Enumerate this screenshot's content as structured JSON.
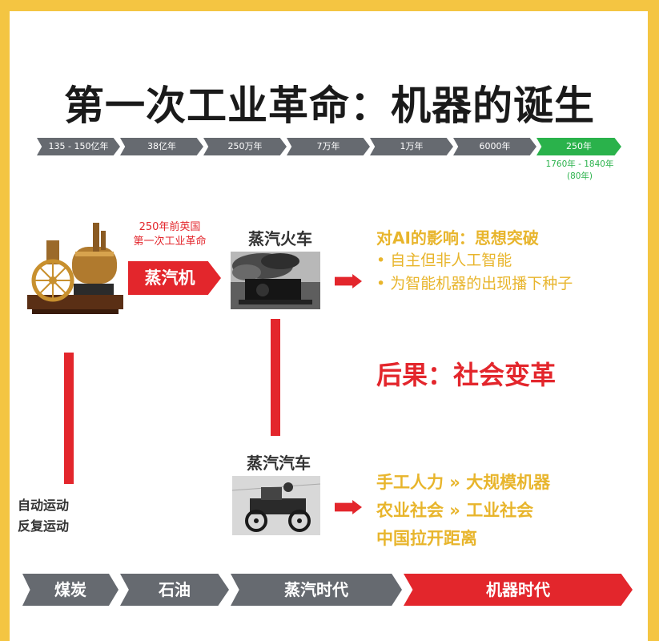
{
  "title": "第一次工业革命：机器的诞生",
  "timeline": {
    "segments": [
      "135 - 150亿年",
      "38亿年",
      "250万年",
      "7万年",
      "1万年",
      "6000年",
      "250年"
    ],
    "note_line1": "1760年 - 1840年",
    "note_line2": "(80年)"
  },
  "steam_engine": {
    "caption_line1": "250年前英国",
    "caption_line2": "第一次工业革命",
    "label": "蒸汽机"
  },
  "train": {
    "label": "蒸汽火车"
  },
  "car": {
    "label": "蒸汽汽车"
  },
  "ai_impact": {
    "heading": "对AI的影响：思想突破",
    "bullets": [
      "• 自主但非人工智能",
      "• 为智能机器的出现播下种子"
    ]
  },
  "consequence": "后果：社会变革",
  "changes": [
    "手工人力 » 大规模机器",
    "农业社会 » 工业社会",
    "中国拉开距离"
  ],
  "motion": {
    "line1": "自动运动",
    "line2": "反复运动"
  },
  "eras": [
    "煤炭",
    "石油",
    "蒸汽时代",
    "机器时代"
  ],
  "colors": {
    "red": "#e3262c",
    "gold": "#e8b52c",
    "green": "#2ab24b",
    "grey": "#666a70",
    "border": "#f4c542"
  }
}
